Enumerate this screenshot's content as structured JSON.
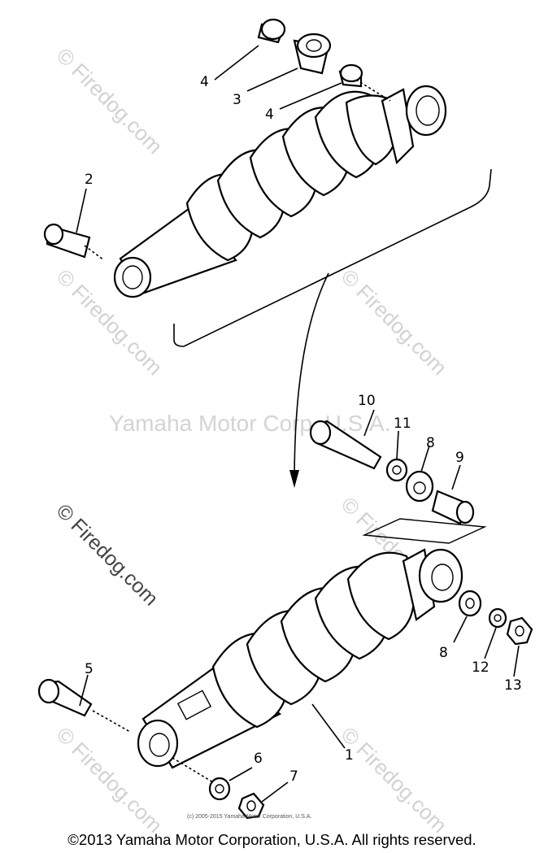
{
  "watermarks": {
    "site": "© Firedog.com",
    "center": "Yamaha Motor Corp, U.S.A.",
    "credit": "(c) 2005-2015 Yamaha Motor Corporation, U.S.A."
  },
  "callouts": {
    "c1": "1",
    "c2": "2",
    "c3": "3",
    "c4a": "4",
    "c4b": "4",
    "c5": "5",
    "c6": "6",
    "c7": "7",
    "c8a": "8",
    "c8b": "8",
    "c9": "9",
    "c10": "10",
    "c11": "11",
    "c12": "12",
    "c13": "13"
  },
  "footer": {
    "copyright": "©2013 Yamaha Motor Corporation, U.S.A. All rights reserved."
  }
}
